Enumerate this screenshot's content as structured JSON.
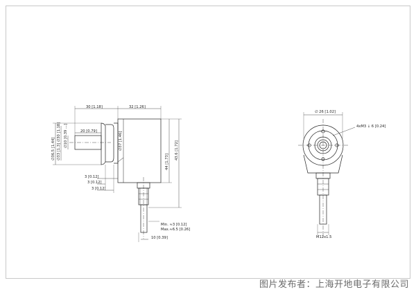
{
  "drawing": {
    "side_view": {
      "dims": {
        "d_30": "30 [1.18]",
        "d_32": "32 [1.26]",
        "d_20": "20 [0.79]",
        "d_phi36_5": "∅36.5 [1.44]",
        "d_phi33": "∅33 [1.3] ∅30 [1.18]",
        "d_phi10": "∅10 [0.39 ...]",
        "d_37": "∅37 [1.46]",
        "d_3a": "3 [0.12]",
        "d_3b": "3 [0.12]",
        "d_3c": "3 [0.12]",
        "d_44": "44 [1.73]",
        "d_43_6": "43.6 [1.72]",
        "d_min": "Min. ≈3 [0.12]",
        "d_max": "Max.≈6.5 [0.26]",
        "d_10": "10 [0.39]"
      }
    },
    "front_view": {
      "dims": {
        "d_phi26": "∅ 26 [1.02]",
        "d_holes": "4xM3 ↓ 6 [0.24]",
        "d_thread": "M12x1.5"
      }
    }
  },
  "caption": "图片发布者：上海开地电子有限公司"
}
